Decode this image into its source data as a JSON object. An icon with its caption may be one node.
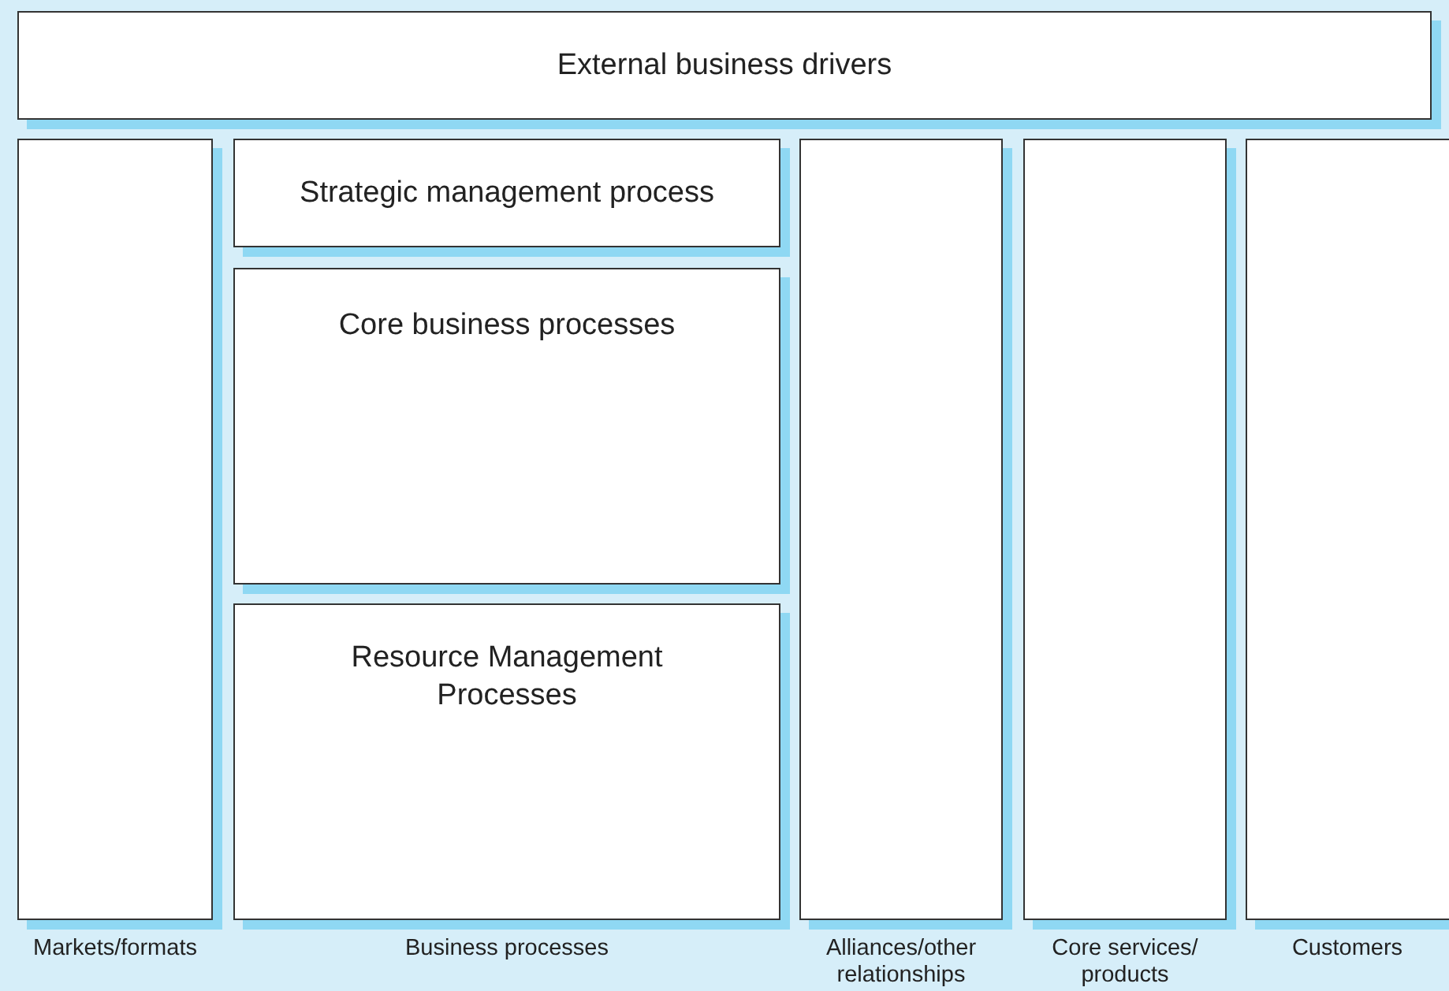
{
  "diagram": {
    "nodes": [
      {
        "text": [
          "External business drivers"
        ]
      },
      {
        "text": [],
        "shape": "box",
        "beside": [
          "Markets/formats"
        ]
      },
      {
        "text": [
          "Strategic management process"
        ]
      },
      {
        "text": [
          "Core business processes"
        ]
      },
      {
        "text": [
          "Resource Management Processes"
        ]
      },
      {
        "text": [],
        "shape": "box",
        "beside": [
          "Alliances/other relationships"
        ]
      },
      {
        "text": [],
        "shape": "box",
        "beside": [
          "Core services/ products"
        ]
      },
      {
        "text": [],
        "shape": "box",
        "beside": [
          "Customers"
        ]
      }
    ],
    "labels": [
      "Business processes"
    ]
  }
}
